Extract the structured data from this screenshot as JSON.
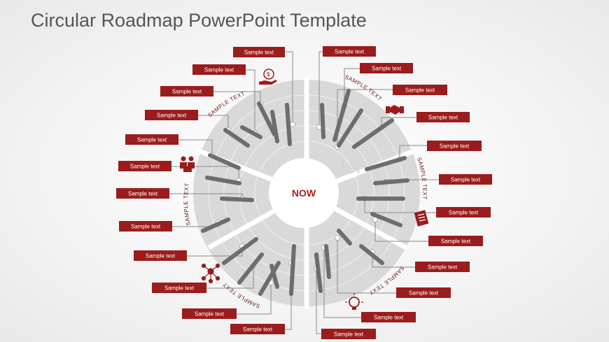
{
  "title": "Circular Roadmap PowerPoint Template",
  "center_label": "NOW",
  "watermark": "SlideModel",
  "section_label": "SAMPLE TEXT",
  "accent_color": "#9b1c1c",
  "ring_color": "#d9d9d9",
  "bar_color": "#6d6d6d",
  "label_text": "Sample text",
  "icons": [
    "money-hand-icon",
    "handshake-icon",
    "document-icon",
    "lightbulb-icon",
    "network-icon",
    "team-icon"
  ]
}
